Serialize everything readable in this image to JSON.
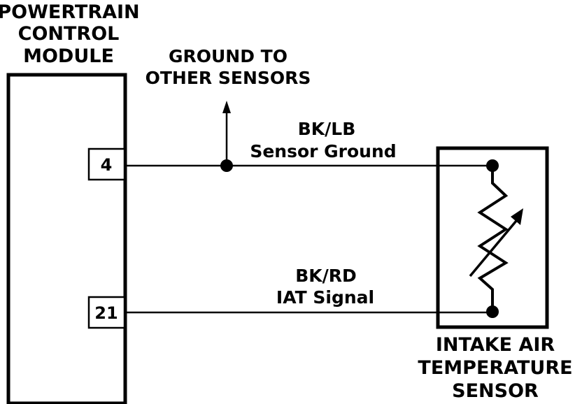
{
  "module": {
    "title_lines": [
      "POWERTRAIN",
      "CONTROL",
      "MODULE"
    ],
    "pins": [
      "4",
      "21"
    ]
  },
  "ground_note": {
    "lines": [
      "GROUND TO",
      "OTHER SENSORS"
    ]
  },
  "wires": [
    {
      "color_code": "BK/LB",
      "function": "Sensor Ground"
    },
    {
      "color_code": "BK/RD",
      "function": "IAT Signal"
    }
  ],
  "sensor": {
    "title_lines": [
      "INTAKE AIR",
      "TEMPERATURE",
      "SENSOR"
    ]
  }
}
